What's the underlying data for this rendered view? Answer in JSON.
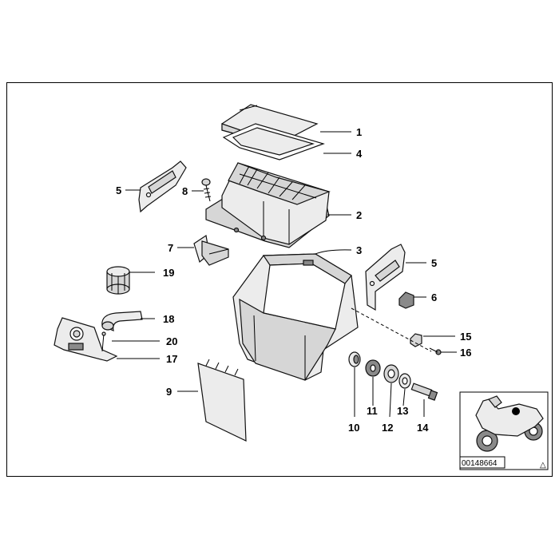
{
  "diagram": {
    "callouts": [
      "1",
      "2",
      "3",
      "4",
      "5",
      "5",
      "6",
      "7",
      "8",
      "9",
      "10",
      "11",
      "12",
      "13",
      "14",
      "15",
      "16",
      "17",
      "18",
      "19",
      "20"
    ],
    "reference_number": "00148664",
    "corner_mark": "△"
  }
}
